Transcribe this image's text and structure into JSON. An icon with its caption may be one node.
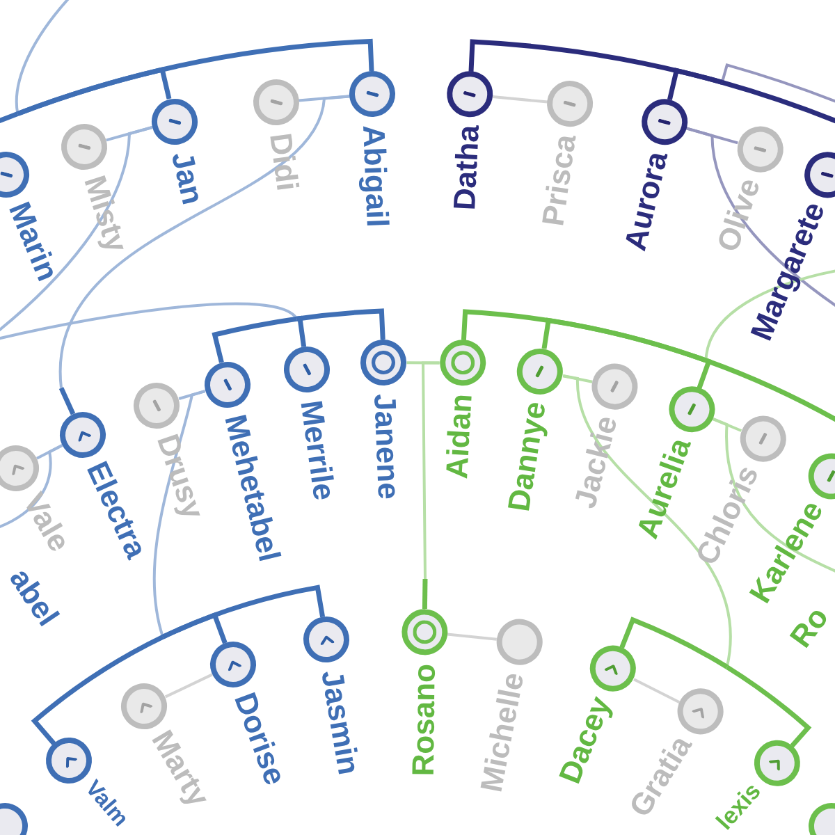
{
  "diagram": {
    "nodes": [
      {
        "text": [
          "Marin"
        ]
      },
      {
        "text": [
          "Misty"
        ]
      },
      {
        "text": [
          "Jan"
        ]
      },
      {
        "text": [
          "Didi"
        ]
      },
      {
        "text": [
          "Abigail"
        ]
      },
      {
        "text": [
          "Datha"
        ]
      },
      {
        "text": [
          "Prisca"
        ]
      },
      {
        "text": [
          "Aurora"
        ]
      },
      {
        "text": [
          "Olive"
        ]
      },
      {
        "text": [
          "Margarete"
        ]
      },
      {
        "text": [
          "abel"
        ]
      },
      {
        "text": [
          "Vale"
        ]
      },
      {
        "text": [
          "Electra"
        ]
      },
      {
        "text": [
          "Drusy"
        ]
      },
      {
        "text": [
          "Mehetabel"
        ]
      },
      {
        "text": [
          "Merrile"
        ]
      },
      {
        "text": [
          "Janene"
        ]
      },
      {
        "text": [
          "Aidan"
        ]
      },
      {
        "text": [
          "Dannye"
        ]
      },
      {
        "text": [
          "Jackie"
        ]
      },
      {
        "text": [
          "Aurelia"
        ]
      },
      {
        "text": [
          "Chloris"
        ]
      },
      {
        "text": [
          "Karlene"
        ]
      },
      {
        "text": [
          "Ro"
        ]
      },
      {
        "text": [],
        "shape": "circle"
      },
      {
        "text": [
          "Valm"
        ]
      },
      {
        "text": [
          "Marty"
        ]
      },
      {
        "text": [
          "Dorise"
        ]
      },
      {
        "text": [
          "Jasmin"
        ]
      },
      {
        "text": [
          "Rosano"
        ]
      },
      {
        "text": [
          "Michelle"
        ]
      },
      {
        "text": [
          "Dacey"
        ]
      },
      {
        "text": [
          "Gratia"
        ]
      },
      {
        "text": [
          "lexis"
        ]
      },
      {
        "text": [],
        "shape": "circle"
      }
    ],
    "edges": [
      {
        "from": 1,
        "to": 2,
        "arrow": "none",
        "color": "#9fb7da"
      },
      {
        "from": 3,
        "to": 4,
        "arrow": "none",
        "color": "#9fb7da"
      },
      {
        "from": 5,
        "to": 6,
        "arrow": "none",
        "color": "#d3d3d3"
      },
      {
        "from": 7,
        "to": 8,
        "arrow": "none",
        "color": "#9596be"
      },
      {
        "from": 11,
        "to": 12,
        "arrow": "none",
        "color": "#9fb7da"
      },
      {
        "from": 13,
        "to": 14,
        "arrow": "none",
        "color": "#9fb7da"
      },
      {
        "from": 16,
        "to": 17,
        "arrow": "none",
        "color": "#b6dfa6"
      },
      {
        "from": 18,
        "to": 19,
        "arrow": "none",
        "color": "#b6dfa6"
      },
      {
        "from": 20,
        "to": 21,
        "arrow": "none",
        "color": "#b6dfa6"
      },
      {
        "from": 26,
        "to": 27,
        "arrow": "none",
        "color": "#d3d3d3"
      },
      {
        "from": 29,
        "to": 30,
        "arrow": "none",
        "color": "#d3d3d3"
      },
      {
        "from": 31,
        "to": 32,
        "arrow": "none",
        "color": "#d3d3d3"
      },
      {
        "from": null,
        "to": 0,
        "arrow": "none",
        "color": "#9fb7da"
      },
      {
        "from": null,
        "to": 2,
        "arrow": "none",
        "color": "#3f6fb5"
      },
      {
        "from": null,
        "to": 4,
        "arrow": "none",
        "color": "#3f6fb5"
      },
      {
        "from": null,
        "to": 5,
        "arrow": "none",
        "color": "#2b2c7c"
      },
      {
        "from": null,
        "to": 7,
        "arrow": "none",
        "color": "#9596be"
      },
      {
        "from": null,
        "to": 9,
        "arrow": "none",
        "color": "#9596be"
      },
      {
        "from": 2,
        "to": null,
        "arrow": "none",
        "color": "#9fb7da"
      },
      {
        "from": 4,
        "to": 12,
        "arrow": "none",
        "color": "#9fb7da"
      },
      {
        "from": null,
        "to": 14,
        "arrow": "none",
        "color": "#9fb7da"
      },
      {
        "from": null,
        "to": 15,
        "arrow": "none",
        "color": "#9fb7da"
      },
      {
        "from": null,
        "to": 16,
        "arrow": "none",
        "color": "#9fb7da"
      },
      {
        "from": 7,
        "to": null,
        "arrow": "none",
        "color": "#9596be"
      },
      {
        "from": null,
        "to": 17,
        "arrow": "none",
        "color": "#6cbf4c"
      },
      {
        "from": null,
        "to": 18,
        "arrow": "none",
        "color": "#6cbf4c"
      },
      {
        "from": null,
        "to": 20,
        "arrow": "none",
        "color": "#b6dfa6"
      },
      {
        "from": null,
        "to": 22,
        "arrow": "none",
        "color": "#6cbf4c"
      },
      {
        "from": 12,
        "to": null,
        "arrow": "none",
        "color": "#9fb7da"
      },
      {
        "from": 14,
        "to": 25,
        "arrow": "none",
        "color": "#9fb7da"
      },
      {
        "from": 14,
        "to": 27,
        "arrow": "none",
        "color": "#9fb7da"
      },
      {
        "from": 14,
        "to": 28,
        "arrow": "none",
        "color": "#9fb7da"
      },
      {
        "from": 17,
        "to": 29,
        "arrow": "none",
        "color": "#b6dfa6"
      },
      {
        "from": 18,
        "to": 31,
        "arrow": "none",
        "color": "#b6dfa6"
      },
      {
        "from": 18,
        "to": 33,
        "arrow": "none",
        "color": "#b6dfa6"
      },
      {
        "from": 20,
        "to": null,
        "arrow": "none",
        "color": "#b6dfa6"
      }
    ]
  }
}
